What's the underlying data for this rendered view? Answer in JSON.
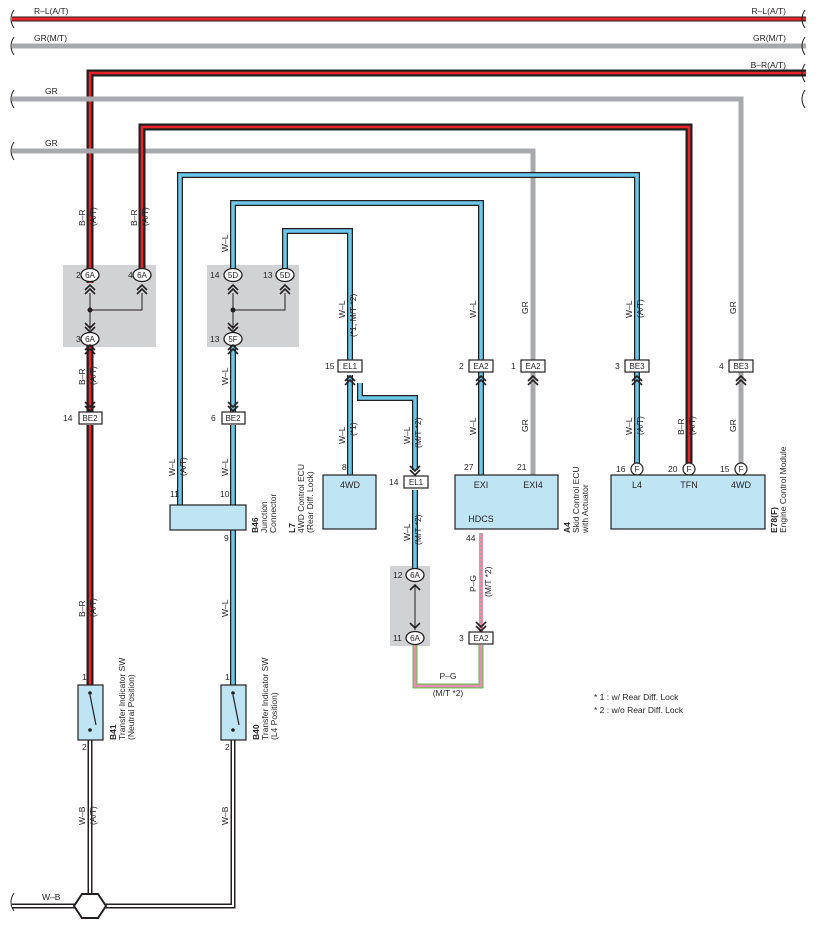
{
  "top_wires": {
    "rl": "R–L(A/T)",
    "grm": "GR(M/T)",
    "br": "B–R(A/T)",
    "gr1": "GR",
    "gr2": "GR"
  },
  "wire_labels": {
    "br_left": "B–R",
    "at_left": "(A/T)",
    "br_left2": "B–R",
    "at_left2": "(A/T)",
    "br_mid": "B–R",
    "at_mid": "(A/T)",
    "br_low": "B–R",
    "at_low": "(A/T)",
    "wl_outer": "W–L",
    "at_outer": "(A/T)",
    "wl_5d": "W–L",
    "wl_5f": "W–L",
    "wl_b46": "W–L",
    "wl_b46_low": "W–L",
    "wl_el1_up": "W–L",
    "el1_up_note": "(*1, M/T *2)",
    "wl_4wd": "W–L",
    "note_4wd": "(*1)",
    "wl_el1_dn": "W–L",
    "note_el1_dn": "(M/T *2)",
    "wl_el1_low": "W–L",
    "note_el1_low": "(M/T *2)",
    "wl_ea2_up": "W–L",
    "wl_ea2_dn": "W–L",
    "gr_ea2_up": "GR",
    "gr_ea2_dn": "GR",
    "wl_be3_up": "W–L",
    "at_be3_up": "(A/T)",
    "wl_be3_dn": "W–L",
    "at_be3_dn": "(A/T)",
    "br_tfn": "B–R",
    "at_tfn": "(A/T)",
    "gr_be3r_up": "GR",
    "gr_be3r_dn": "GR",
    "pg_hdcs": "P–G",
    "note_pg_hdcs": "(M/T *2)",
    "pg_bottom": "P–G",
    "note_pg_bottom": "(M/T *2)",
    "wb_b41": "W–B",
    "at_wb_b41": "(A/T)",
    "wb_b40": "W–B",
    "wb_ground": "W–B"
  },
  "pins": {
    "p2": "2",
    "p4": "4",
    "p3": "3",
    "p14a": "14",
    "p11": "11",
    "p10": "10",
    "p9": "9",
    "p14b": "14",
    "p13a": "13",
    "p13b": "13",
    "p6": "6",
    "p15a": "15",
    "p8": "8",
    "p14c": "14",
    "p12": "12",
    "p11b": "11",
    "p2b": "2",
    "p1b": "1",
    "p27": "27",
    "p21": "21",
    "p44": "44",
    "p3b": "3",
    "p3c": "3",
    "p4b": "4",
    "p16": "16",
    "p20": "20",
    "p15b": "15",
    "b41_1": "1",
    "b41_2": "2",
    "b40_1": "1",
    "b40_2": "2"
  },
  "connectors": {
    "c6a_2": "6A",
    "c6a_4": "6A",
    "c6a_3": "6A",
    "be2_l": "BE2",
    "c5d_14": "5D",
    "c5d_13": "5D",
    "c5f": "5F",
    "be2_m": "BE2",
    "el1_top": "EL1",
    "el1_bot": "EL1",
    "c6a_12": "6A",
    "c6a_11": "6A",
    "ea2_a": "EA2",
    "ea2_b": "EA2",
    "ea2_c": "EA2",
    "be3_a": "BE3",
    "be3_b": "BE3",
    "f_l4": "F",
    "f_tfn": "F",
    "f_4wd": "F"
  },
  "devices": {
    "b46": {
      "code": "B46",
      "name1": "Junction",
      "name2": "Connector"
    },
    "l7": {
      "code": "L7",
      "name1": "4WD Control ECU",
      "name2": "(Rear Diff. Lock)",
      "terminal": "4WD"
    },
    "a4": {
      "code": "A4",
      "name1": "Skid Control ECU",
      "name2": "with Actuator",
      "exi": "EXI",
      "exi4": "EXI4",
      "hdcs": "HDCS"
    },
    "e78": {
      "code": "E78(F)",
      "name1": "Engine Control Module",
      "l4": "L4",
      "tfn": "TFN",
      "t4wd": "4WD"
    },
    "b41": {
      "code": "B41",
      "name1": "Transfer Indicator SW",
      "name2": "(Neutral Position)"
    },
    "b40": {
      "code": "B40",
      "name1": "Transfer Indicator SW",
      "name2": "(L4 Position)"
    }
  },
  "notes": {
    "n1": "* 1 : w/ Rear Diff.  Lock",
    "n2": "* 2 : w/o Rear Diff.  Lock"
  },
  "colors": {
    "red": "#e8232a",
    "black": "#231f20",
    "gray": "#a7a9ac",
    "cyan": "#6cc7e8",
    "pink": "#ec8bb4",
    "green": "#6dbd5b",
    "ecu_fill": "#bfe5f5",
    "junction_fill": "#cfd0d2"
  }
}
